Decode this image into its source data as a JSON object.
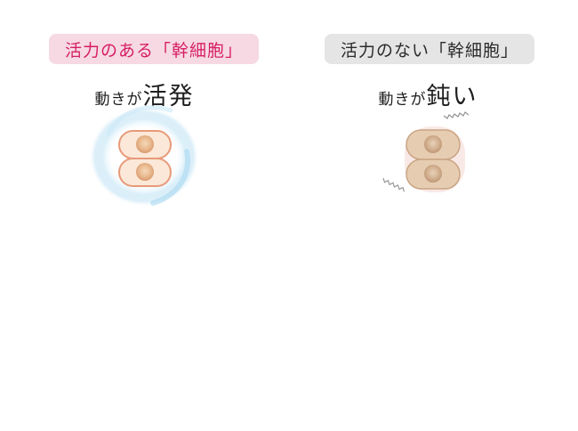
{
  "active": {
    "badge": "活力のある「幹細胞」",
    "caption_prefix": "動きが",
    "caption_emphasis": "活発",
    "colors": {
      "badge_bg": "#f6d9e3",
      "badge_text": "#d61f63",
      "glow": "#9fd3ef"
    }
  },
  "inactive": {
    "badge": "活力のない「幹細胞」",
    "caption_prefix": "動きが",
    "caption_emphasis": "鈍い",
    "colors": {
      "badge_bg": "#e5e5e6",
      "badge_text": "#2b2b2b",
      "cell": "#d9c0a3"
    }
  }
}
